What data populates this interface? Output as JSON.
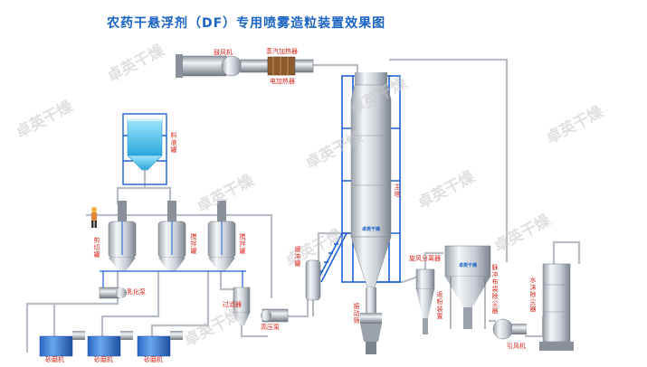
{
  "title": "农药干悬浮剂（DF）专用喷雾造粒装置效果图",
  "watermark": "卓英干燥",
  "tower_brand": "卓英干燥",
  "bag_filter_brand": "卓英干燥",
  "labels": {
    "blower": "鼓风机",
    "steam_heater": "蒸汽加热器",
    "electric_heater": "电加热器",
    "feed_tank": "料液罐",
    "shear_tank": "剪切罐",
    "emulsion_pump": "乳化泵",
    "stir_tank_1": "搅拌罐",
    "stir_tank_2": "搅拌罐",
    "filter": "过滤器",
    "buffer_tank": "缓冲罐",
    "high_pressure_pump": "高压泵",
    "main_tower": "主塔",
    "vibrator": "振动筛",
    "cyclone": "旋风分离器",
    "return_powder": "返粉装置",
    "pulse_bag_filter": "脉冲布袋除尘器",
    "induced_fan": "引风机",
    "water_scrubber": "水沫除尘器",
    "sand_mill_1": "砂磨机",
    "sand_mill_2": "砂磨机",
    "sand_mill_3": "砂磨机"
  },
  "colors": {
    "title": "#1a63c4",
    "label": "#d8261d",
    "frame": "#1f5fd6",
    "pipe": "#b9bec6",
    "liquid": "#58cdf0",
    "machine": "#3a7bd5"
  }
}
